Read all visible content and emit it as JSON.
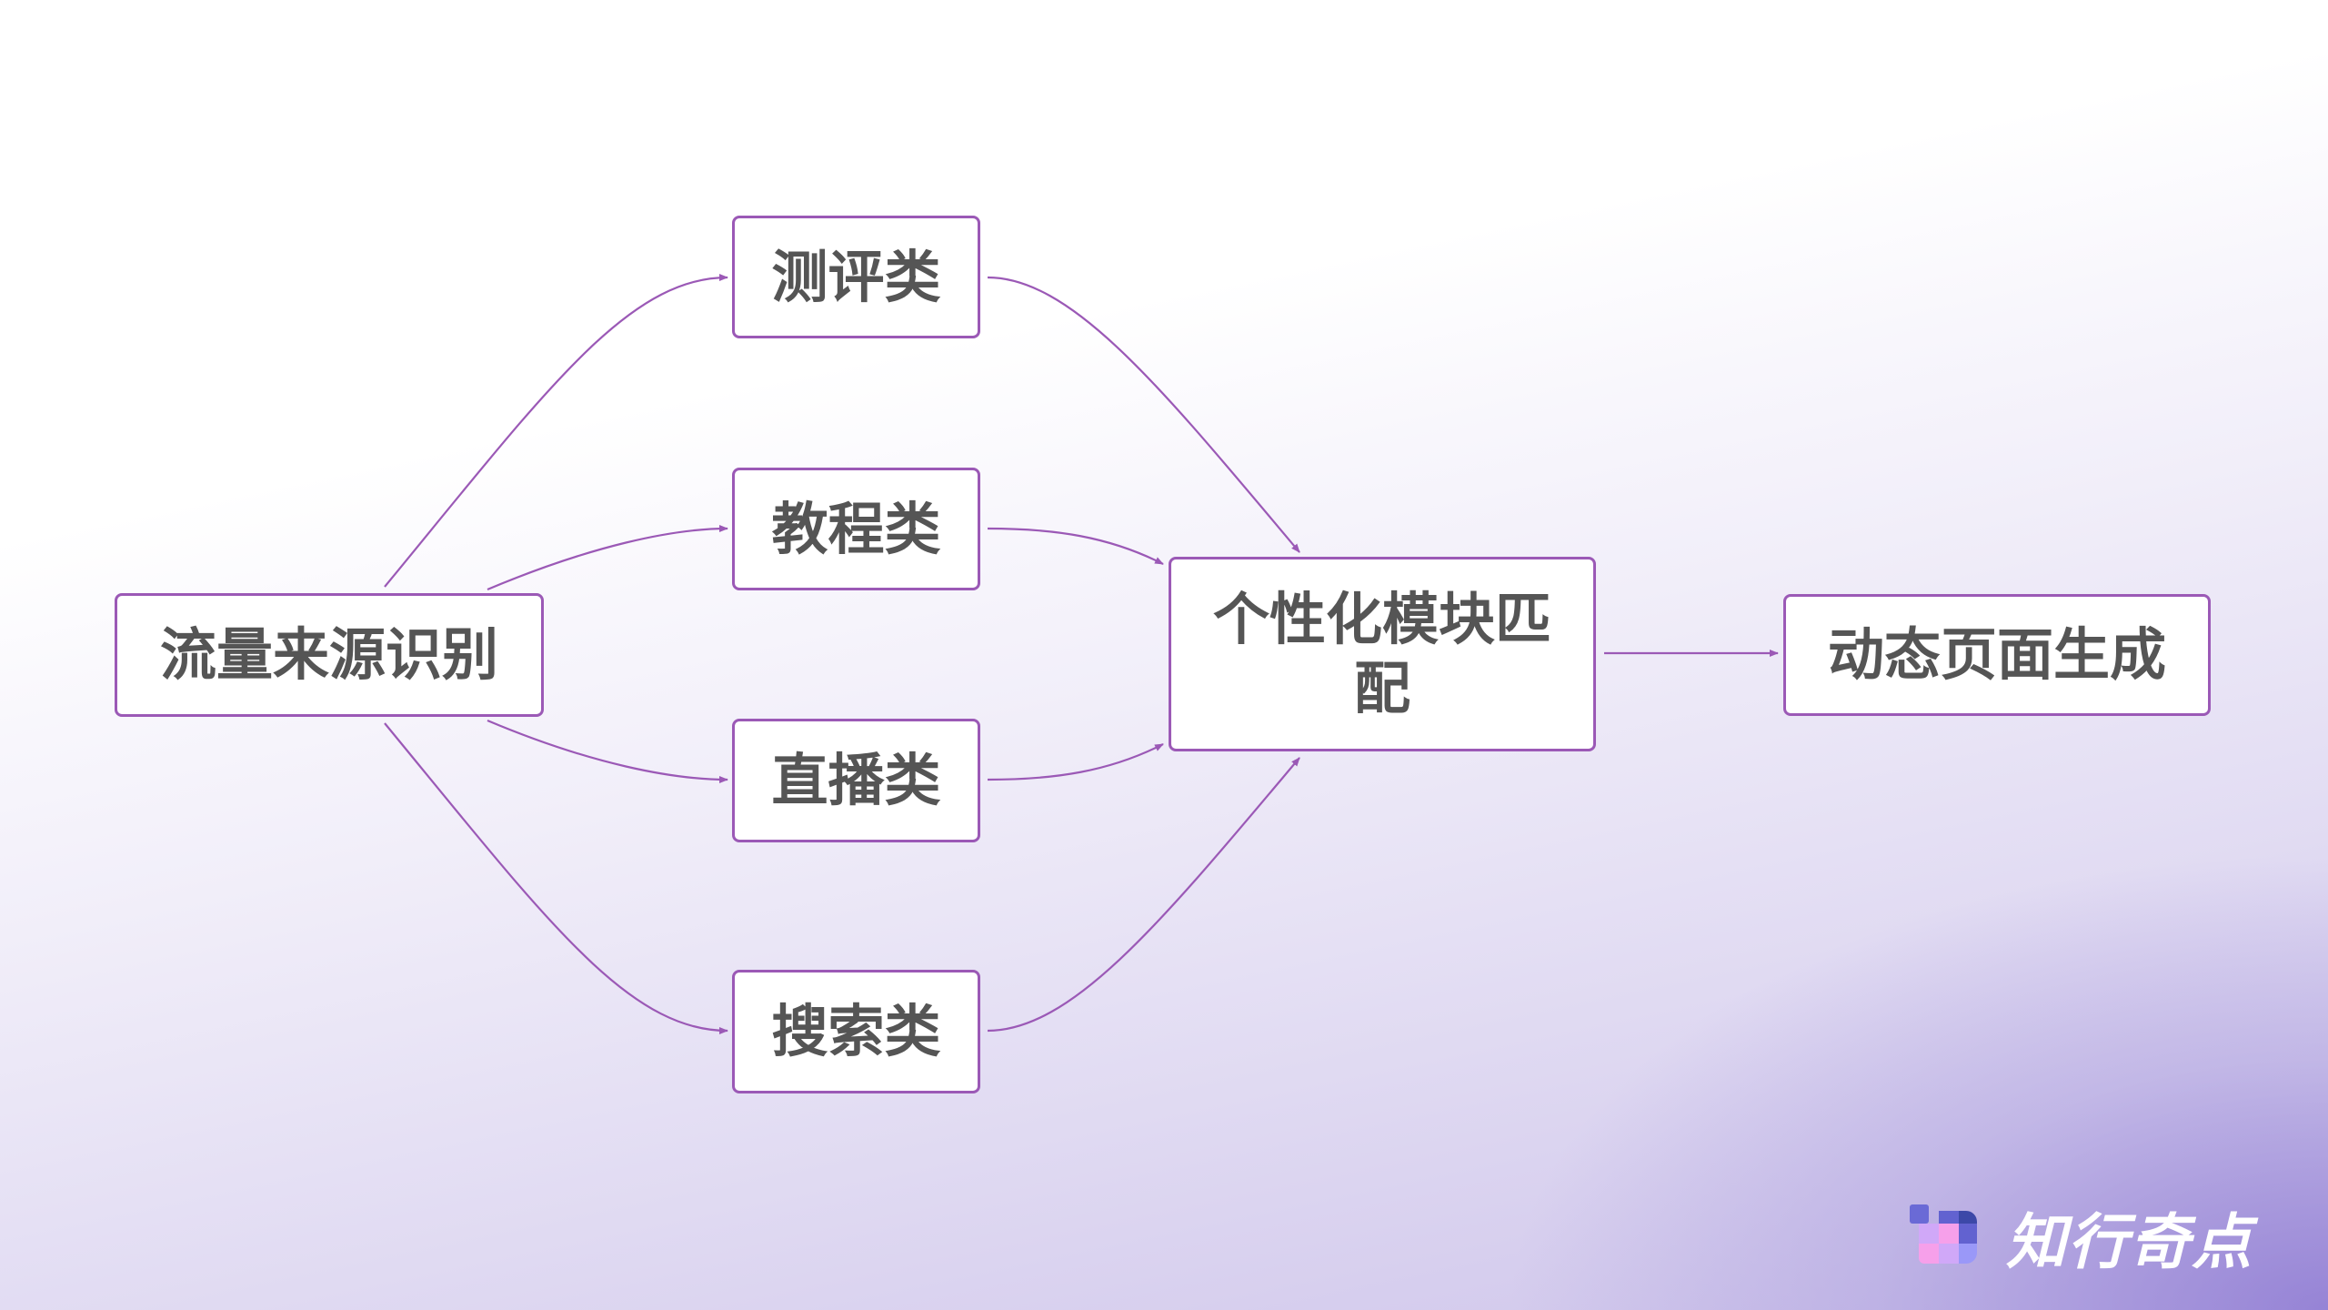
{
  "diagram": {
    "source": "流量来源识别",
    "categories": [
      "测评类",
      "教程类",
      "直播类",
      "搜索类"
    ],
    "match": "个性化模块匹配",
    "output": "动态页面生成"
  },
  "logo": {
    "text": "知行奇点"
  },
  "colors": {
    "edge": "#9b59b6",
    "text": "#555555"
  }
}
